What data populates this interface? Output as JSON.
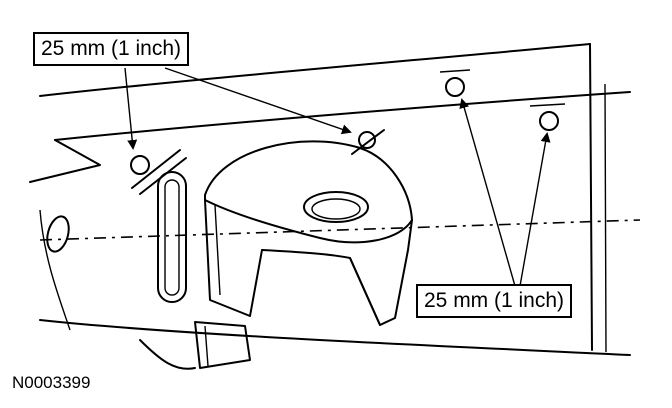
{
  "callouts": {
    "top_left": "25 mm (1 inch)",
    "bottom_right": "25 mm (1 inch)"
  },
  "figure_code": "N0003399"
}
